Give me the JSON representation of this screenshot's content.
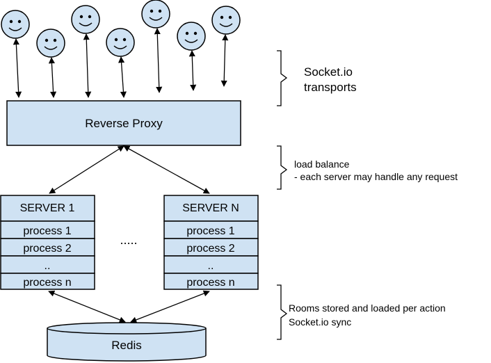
{
  "colors": {
    "box_fill": "#cfe2f3",
    "stroke": "#000000",
    "canvas": "#ffffff"
  },
  "users": {
    "count": 7,
    "icon": "smiley-face-icon"
  },
  "proxy": {
    "label": "Reverse Proxy"
  },
  "servers": [
    {
      "title": "SERVER 1",
      "processes": [
        "process 1",
        "process 2",
        "..",
        "process n"
      ]
    },
    {
      "title": "SERVER N",
      "processes": [
        "process 1",
        "process 2",
        "..",
        "process n"
      ]
    }
  ],
  "ellipsis": ".....",
  "redis": {
    "label": "Redis"
  },
  "annotations": {
    "transports": [
      "Socket.io",
      "transports"
    ],
    "balance": [
      "load balance",
      "- each server may handle any request"
    ],
    "redis_sync": [
      "Rooms stored and loaded per action",
      "Socket.io sync"
    ]
  }
}
